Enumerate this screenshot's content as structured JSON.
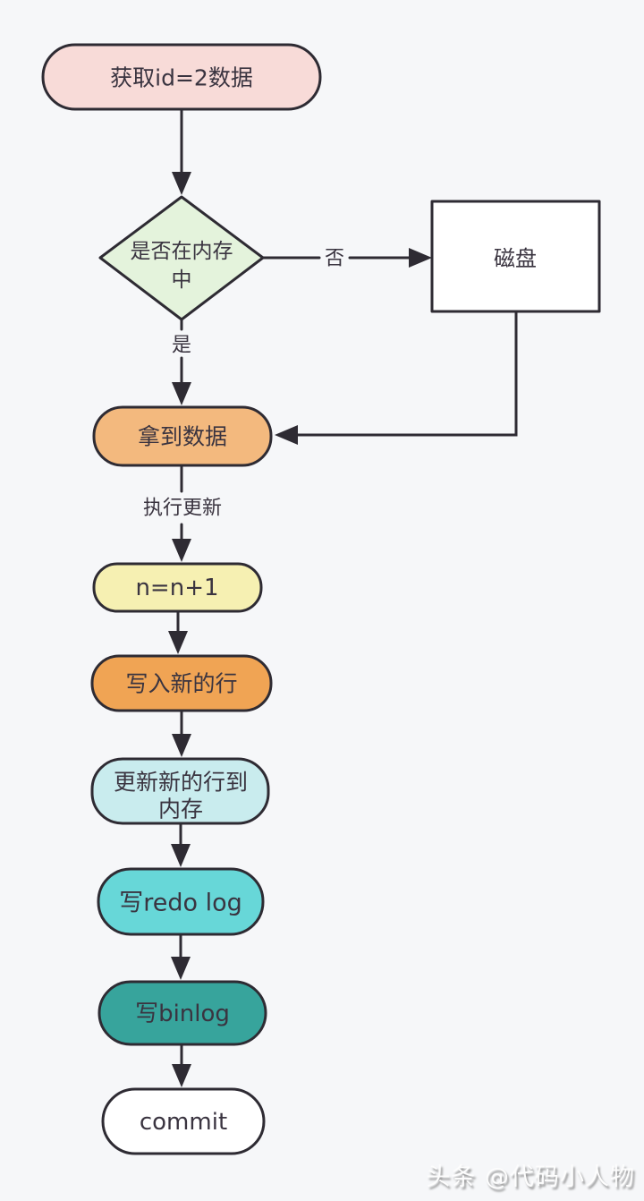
{
  "canvas": {
    "background": "#f6f7f9"
  },
  "styles": {
    "outline": "#2e2b33",
    "text_color": "#3a3440"
  },
  "nodes": {
    "start": {
      "label": "获取id=2数据",
      "fill": "#f8dbd8"
    },
    "decision": {
      "line1": "是否在内存",
      "line2": "中",
      "fill": "#e4f3dc"
    },
    "disk": {
      "label": "磁盘",
      "fill": "#ffffff"
    },
    "got_data": {
      "label": "拿到数据",
      "fill": "#f3b97e"
    },
    "increment": {
      "label": "n=n+1",
      "fill": "#f6f0b2"
    },
    "write_new_row": {
      "label": "写入新的行",
      "fill": "#f0a454"
    },
    "update_row": {
      "line1": "更新新的行到",
      "line2": "内存",
      "fill": "#c9ecee"
    },
    "write_redo_log": {
      "label": "写redo log",
      "fill": "#67d7d8"
    },
    "write_binlog": {
      "label": "写binlog",
      "fill": "#37a49c"
    },
    "commit": {
      "label": "commit",
      "fill": "#ffffff"
    }
  },
  "edge_labels": {
    "no": "否",
    "yes": "是",
    "execute_update": "执行更新"
  },
  "watermark": {
    "text": "头条 @代码小人物"
  }
}
